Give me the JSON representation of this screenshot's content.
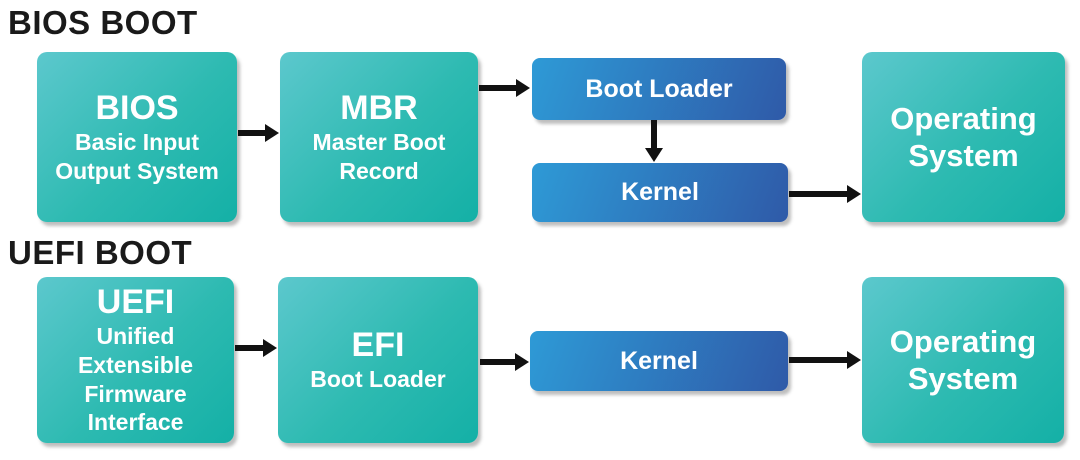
{
  "colors": {
    "teal_gradient_start": "#5cc8cd",
    "teal_gradient_end": "#14b0a6",
    "blue_gradient_start": "#2e9ad6",
    "blue_gradient_end": "#2f5aa8",
    "arrow": "#111111",
    "heading_text": "#1a1a1a",
    "box_text": "#ffffff",
    "background": "#ffffff"
  },
  "bios_section": {
    "heading": "BIOS BOOT",
    "bios_box": {
      "title": "BIOS",
      "subtitle_line1": "Basic Input",
      "subtitle_line2": "Output System"
    },
    "mbr_box": {
      "title": "MBR",
      "subtitle_line1": "Master Boot",
      "subtitle_line2": "Record"
    },
    "boot_loader_box": {
      "label": "Boot Loader"
    },
    "kernel_box": {
      "label": "Kernel"
    },
    "os_box": {
      "line1": "Operating",
      "line2": "System"
    }
  },
  "uefi_section": {
    "heading": "UEFI BOOT",
    "uefi_box": {
      "title": "UEFI",
      "subtitle_line1": "Unified",
      "subtitle_line2": "Extensible",
      "subtitle_line3": "Firmware",
      "subtitle_line4": "Interface"
    },
    "efi_box": {
      "title": "EFI",
      "subtitle_line1": "Boot Loader"
    },
    "kernel_box": {
      "label": "Kernel"
    },
    "os_box": {
      "line1": "Operating",
      "line2": "System"
    }
  }
}
